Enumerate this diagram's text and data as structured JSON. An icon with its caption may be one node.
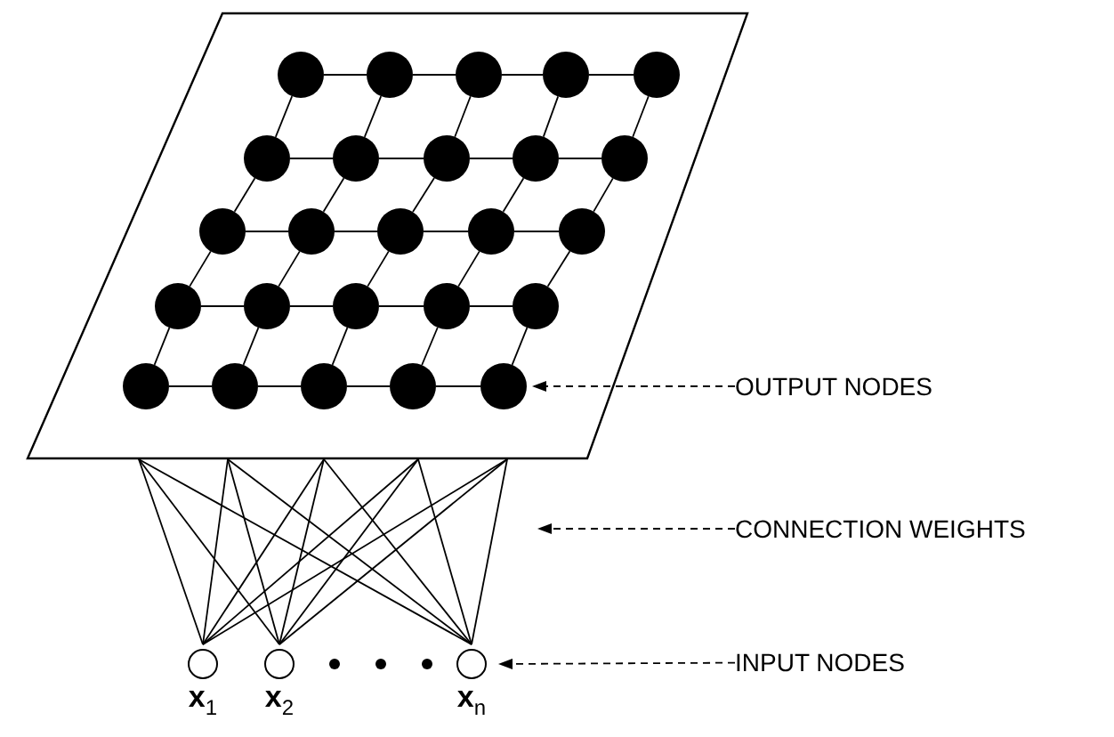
{
  "diagram": {
    "nodes": [
      {
        "text": [],
        "shape": "parallelogram"
      },
      {
        "text": [],
        "shape": "circle",
        "in": 0
      },
      {
        "text": [],
        "shape": "circle",
        "in": 0
      },
      {
        "text": [],
        "shape": "circle",
        "in": 0
      },
      {
        "text": [],
        "shape": "circle",
        "in": 0
      },
      {
        "text": [],
        "shape": "circle",
        "in": 0
      },
      {
        "text": [],
        "shape": "circle",
        "in": 0
      },
      {
        "text": [],
        "shape": "circle",
        "in": 0
      },
      {
        "text": [],
        "shape": "circle",
        "in": 0
      },
      {
        "text": [],
        "shape": "circle",
        "in": 0
      },
      {
        "text": [],
        "shape": "circle",
        "in": 0
      },
      {
        "text": [],
        "shape": "circle",
        "in": 0
      },
      {
        "text": [],
        "shape": "circle",
        "in": 0
      },
      {
        "text": [],
        "shape": "circle",
        "in": 0
      },
      {
        "text": [],
        "shape": "circle",
        "in": 0
      },
      {
        "text": [],
        "shape": "circle",
        "in": 0
      },
      {
        "text": [],
        "shape": "circle",
        "in": 0
      },
      {
        "text": [],
        "shape": "circle",
        "in": 0
      },
      {
        "text": [],
        "shape": "circle",
        "in": 0
      },
      {
        "text": [],
        "shape": "circle",
        "in": 0
      },
      {
        "text": [],
        "shape": "circle",
        "in": 0
      },
      {
        "text": [],
        "shape": "circle",
        "in": 0
      },
      {
        "text": [],
        "shape": "circle",
        "in": 0
      },
      {
        "text": [],
        "shape": "circle",
        "in": 0
      },
      {
        "text": [],
        "shape": "circle",
        "in": 0
      },
      {
        "text": [],
        "shape": "circle",
        "in": 0
      },
      {
        "text": [
          "x$_{1}$"
        ]
      },
      {
        "text": [
          "x$_{2}$"
        ]
      },
      {
        "text": [
          "x$_{n}$"
        ]
      },
      {
        "text": [
          "OUTPUT NODES"
        ]
      },
      {
        "text": [
          "CONNECTION WEIGHTS"
        ]
      },
      {
        "text": [
          "INPUT NODES"
        ]
      }
    ],
    "edges": [
      {
        "from": 1,
        "to": 2,
        "arrow": "none"
      },
      {
        "from": 2,
        "to": 3,
        "arrow": "none"
      },
      {
        "from": 3,
        "to": 4,
        "arrow": "none"
      },
      {
        "from": 4,
        "to": 5,
        "arrow": "none"
      },
      {
        "from": 6,
        "to": 7,
        "arrow": "none"
      },
      {
        "from": 7,
        "to": 8,
        "arrow": "none"
      },
      {
        "from": 8,
        "to": 9,
        "arrow": "none"
      },
      {
        "from": 9,
        "to": 10,
        "arrow": "none"
      },
      {
        "from": 11,
        "to": 12,
        "arrow": "none"
      },
      {
        "from": 12,
        "to": 13,
        "arrow": "none"
      },
      {
        "from": 13,
        "to": 14,
        "arrow": "none"
      },
      {
        "from": 14,
        "to": 15,
        "arrow": "none"
      },
      {
        "from": 16,
        "to": 17,
        "arrow": "none"
      },
      {
        "from": 17,
        "to": 18,
        "arrow": "none"
      },
      {
        "from": 18,
        "to": 19,
        "arrow": "none"
      },
      {
        "from": 19,
        "to": 20,
        "arrow": "none"
      },
      {
        "from": 21,
        "to": 22,
        "arrow": "none"
      },
      {
        "from": 22,
        "to": 23,
        "arrow": "none"
      },
      {
        "from": 23,
        "to": 24,
        "arrow": "none"
      },
      {
        "from": 24,
        "to": 25,
        "arrow": "none"
      },
      {
        "from": 1,
        "to": 6,
        "arrow": "none"
      },
      {
        "from": 2,
        "to": 7,
        "arrow": "none"
      },
      {
        "from": 3,
        "to": 8,
        "arrow": "none"
      },
      {
        "from": 4,
        "to": 9,
        "arrow": "none"
      },
      {
        "from": 5,
        "to": 10,
        "arrow": "none"
      },
      {
        "from": 6,
        "to": 11,
        "arrow": "none"
      },
      {
        "from": 7,
        "to": 12,
        "arrow": "none"
      },
      {
        "from": 8,
        "to": 13,
        "arrow": "none"
      },
      {
        "from": 9,
        "to": 14,
        "arrow": "none"
      },
      {
        "from": 10,
        "to": 15,
        "arrow": "none"
      },
      {
        "from": 11,
        "to": 16,
        "arrow": "none"
      },
      {
        "from": 12,
        "to": 17,
        "arrow": "none"
      },
      {
        "from": 13,
        "to": 18,
        "arrow": "none"
      },
      {
        "from": 14,
        "to": 19,
        "arrow": "none"
      },
      {
        "from": 15,
        "to": 20,
        "arrow": "none"
      },
      {
        "from": 16,
        "to": 21,
        "arrow": "none"
      },
      {
        "from": 17,
        "to": 22,
        "arrow": "none"
      },
      {
        "from": 18,
        "to": 23,
        "arrow": "none"
      },
      {
        "from": 19,
        "to": 24,
        "arrow": "none"
      },
      {
        "from": 20,
        "to": 25,
        "arrow": "none"
      },
      {
        "from": 26,
        "to": 0,
        "arrow": "none"
      },
      {
        "from": 26,
        "to": 0,
        "arrow": "none"
      },
      {
        "from": 26,
        "to": 0,
        "arrow": "none"
      },
      {
        "from": 26,
        "to": 0,
        "arrow": "none"
      },
      {
        "from": 26,
        "to": 0,
        "arrow": "none"
      },
      {
        "from": 27,
        "to": 0,
        "arrow": "none"
      },
      {
        "from": 27,
        "to": 0,
        "arrow": "none"
      },
      {
        "from": 27,
        "to": 0,
        "arrow": "none"
      },
      {
        "from": 27,
        "to": 0,
        "arrow": "none"
      },
      {
        "from": 27,
        "to": 0,
        "arrow": "none"
      },
      {
        "from": 28,
        "to": 0,
        "arrow": "none"
      },
      {
        "from": 28,
        "to": 0,
        "arrow": "none"
      },
      {
        "from": 28,
        "to": 0,
        "arrow": "none"
      },
      {
        "from": 28,
        "to": 0,
        "arrow": "none"
      },
      {
        "from": 28,
        "to": 0,
        "arrow": "none"
      },
      {
        "from": 29,
        "to": 25,
        "arrow": "to",
        "style": "dashed"
      },
      {
        "from": 30,
        "to": null,
        "arrow": "to",
        "style": "dashed"
      },
      {
        "from": 31,
        "to": 28,
        "arrow": "to",
        "style": "dashed"
      }
    ]
  }
}
